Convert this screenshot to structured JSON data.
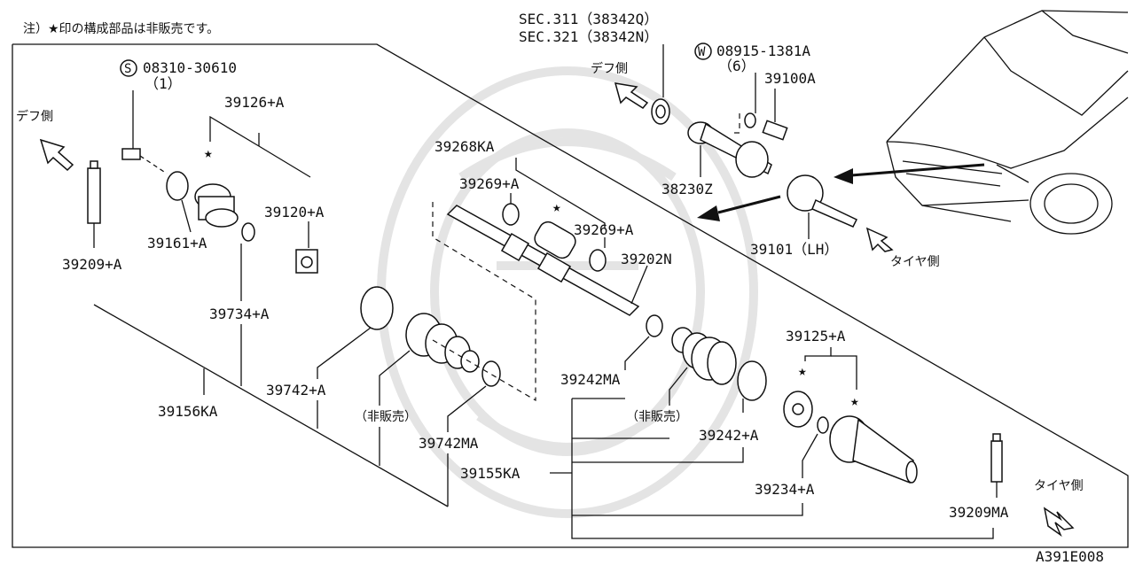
{
  "header": {
    "note": "注）★印の構成部品は非販売です。"
  },
  "footer": {
    "figure_code": "A391E008"
  },
  "directions": {
    "diff_side_left": "デフ側",
    "diff_side_right": "デフ側",
    "tire_side_top": "タイヤ側",
    "tire_side_bottom": "タイヤ側"
  },
  "symbols": {
    "star": "★",
    "s_mark": "S",
    "w_mark": "W"
  },
  "parts": {
    "bolt_s": {
      "number": "08310-30610",
      "qty": "（1）"
    },
    "washer_w": {
      "number": "08915-1381A",
      "qty": "（6）"
    },
    "sec_line1": "SEC.311（38342Q）",
    "sec_line2": "SEC.321（38342N）",
    "p39100A": "39100A",
    "p38230Z": "38230Z",
    "p39101LH": "39101（LH）",
    "p39126A": "39126+A",
    "p39120A": "39120+A",
    "p39161A": "39161+A",
    "p39209A": "39209+A",
    "p39734A": "39734+A",
    "p39742A": "39742+A",
    "p39742MA": "39742MA",
    "p39156KA": "39156KA",
    "p39268KA": "39268KA",
    "p39269A_1": "39269+A",
    "p39269A_2": "39269+A",
    "p39202N": "39202N",
    "p39242MA": "39242MA",
    "p39242A": "39242+A",
    "p39155KA": "39155KA",
    "p39125A": "39125+A",
    "p39234A": "39234+A",
    "p39209MA": "39209MA",
    "not_sold_1": "（非販売）",
    "not_sold_2": "（非販売）"
  }
}
